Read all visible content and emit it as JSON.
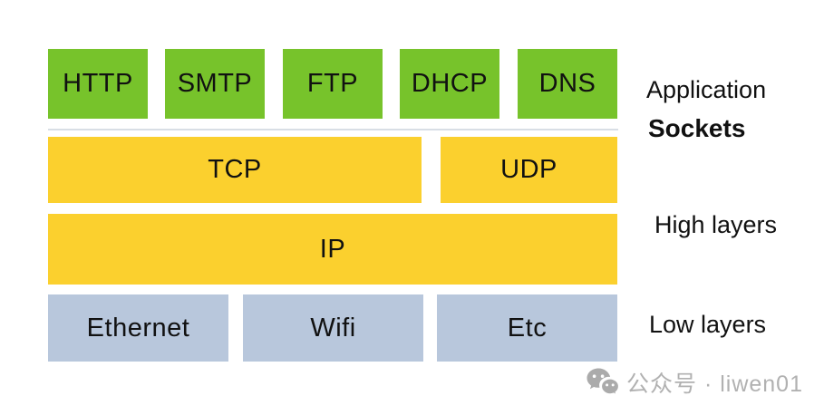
{
  "stack": {
    "application_protocols": [
      "HTTP",
      "SMTP",
      "FTP",
      "DHCP",
      "DNS"
    ],
    "transport_protocols": [
      "TCP",
      "UDP"
    ],
    "network_protocols": [
      "IP"
    ],
    "link_technologies": [
      "Ethernet",
      "Wifi",
      "Etc"
    ]
  },
  "side_labels": {
    "application": "Application",
    "sockets": "Sockets",
    "high_layers": "High layers",
    "low_layers": "Low layers"
  },
  "watermark": {
    "icon": "wechat-icon",
    "text": "公众号 · liwen01",
    "color": "#B1B1B1"
  },
  "colors": {
    "application_box": "#77C32B",
    "transport_network_box": "#FBD02E",
    "link_box": "#B8C7DC",
    "separator_line": "#D8DEE5",
    "text": "#111111"
  }
}
